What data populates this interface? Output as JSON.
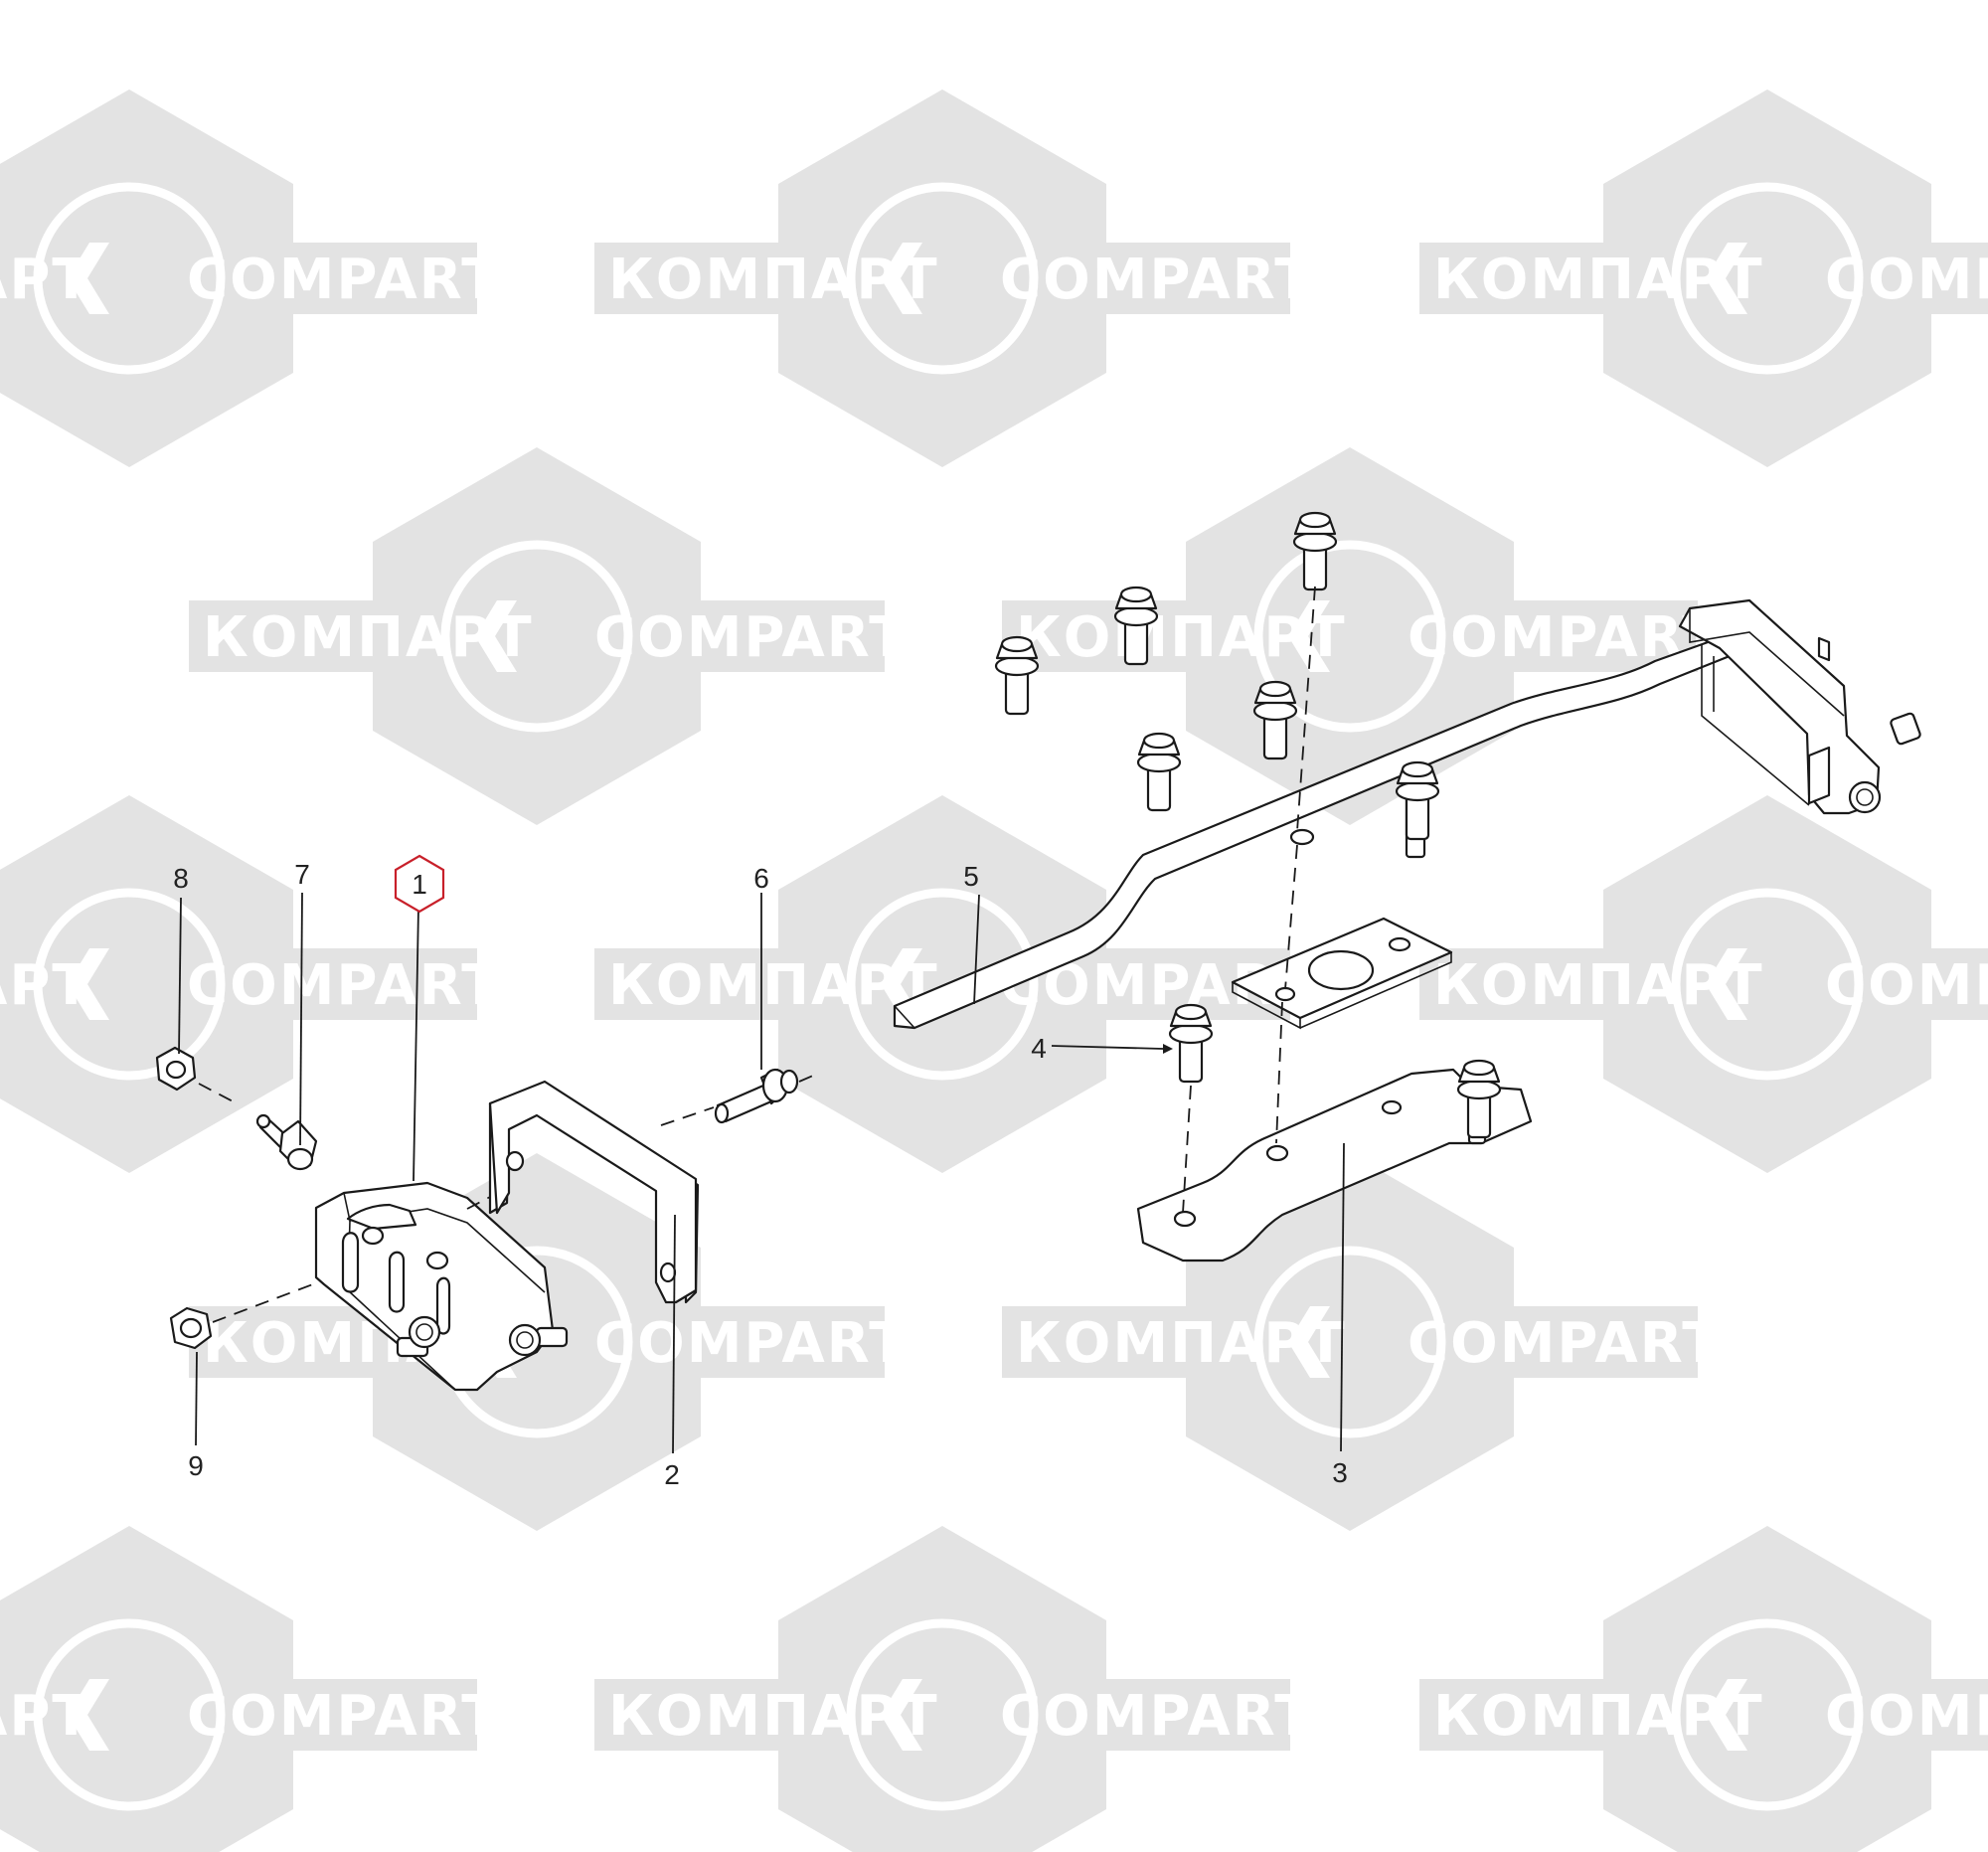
{
  "watermark": {
    "text_cyrillic": "КОМПАРТ",
    "text_latin": "COMPART",
    "color": "#e3e3e3"
  },
  "highlight_color": "#c8202a",
  "callouts": [
    {
      "id": "1",
      "highlighted": true
    },
    {
      "id": "2"
    },
    {
      "id": "3"
    },
    {
      "id": "4"
    },
    {
      "id": "5"
    },
    {
      "id": "6"
    },
    {
      "id": "7"
    },
    {
      "id": "8"
    },
    {
      "id": "9"
    }
  ]
}
